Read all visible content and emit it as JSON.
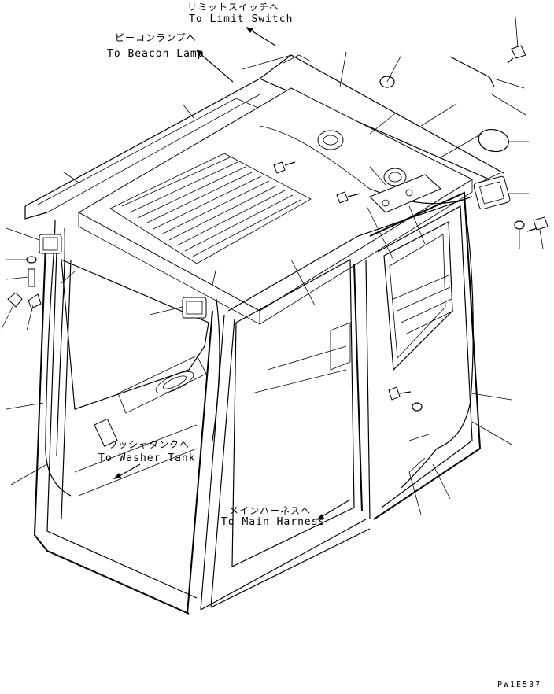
{
  "labels": {
    "limit_switch_jp": "リミットスイッチへ",
    "limit_switch_en": "To Limit Switch",
    "beacon_lamp_jp": "ビーコンランプへ",
    "beacon_lamp_en": "To Beacon Lamp",
    "washer_tank_jp": "ワッシャタンクへ",
    "washer_tank_en": "To Washer Tank",
    "main_harness_jp": "メインハーネスへ",
    "main_harness_en": "To Main Harness"
  },
  "drawing_code": "PW1E537"
}
